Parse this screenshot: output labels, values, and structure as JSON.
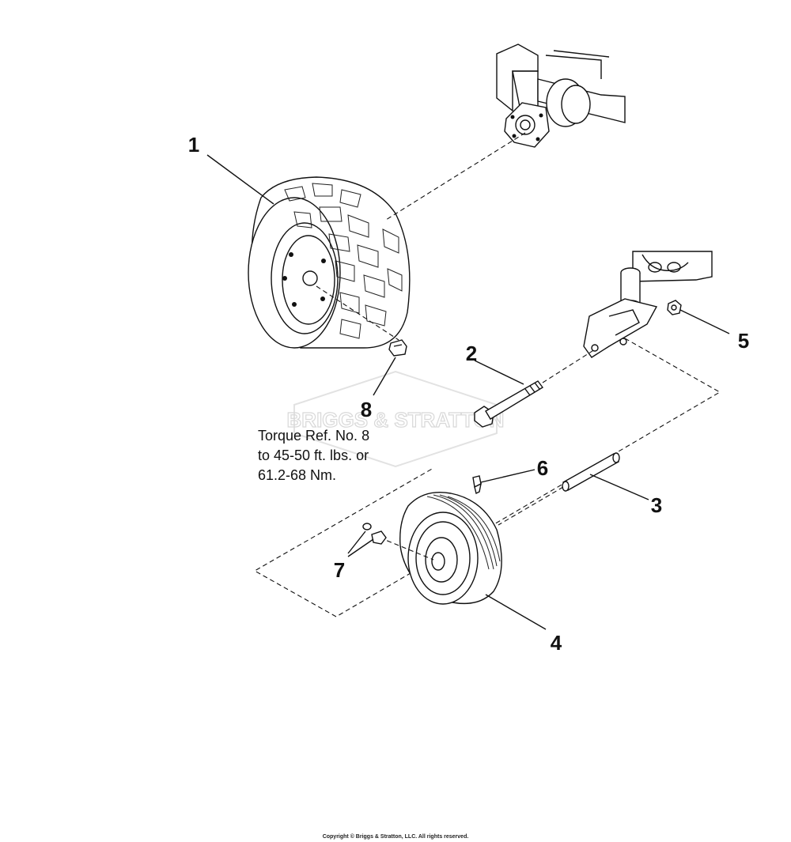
{
  "callouts": {
    "c1": "1",
    "c2": "2",
    "c3": "3",
    "c4": "4",
    "c5": "5",
    "c6": "6",
    "c7": "7",
    "c8": "8"
  },
  "torque_note": {
    "line1": "Torque Ref. No. 8",
    "line2": "to 45-50 ft. lbs. or",
    "line3": "61.2-68 Nm."
  },
  "watermark": "BRIGGS & STRATTON",
  "copyright": "Copyright © Briggs & Stratton, LLC. All rights reserved."
}
